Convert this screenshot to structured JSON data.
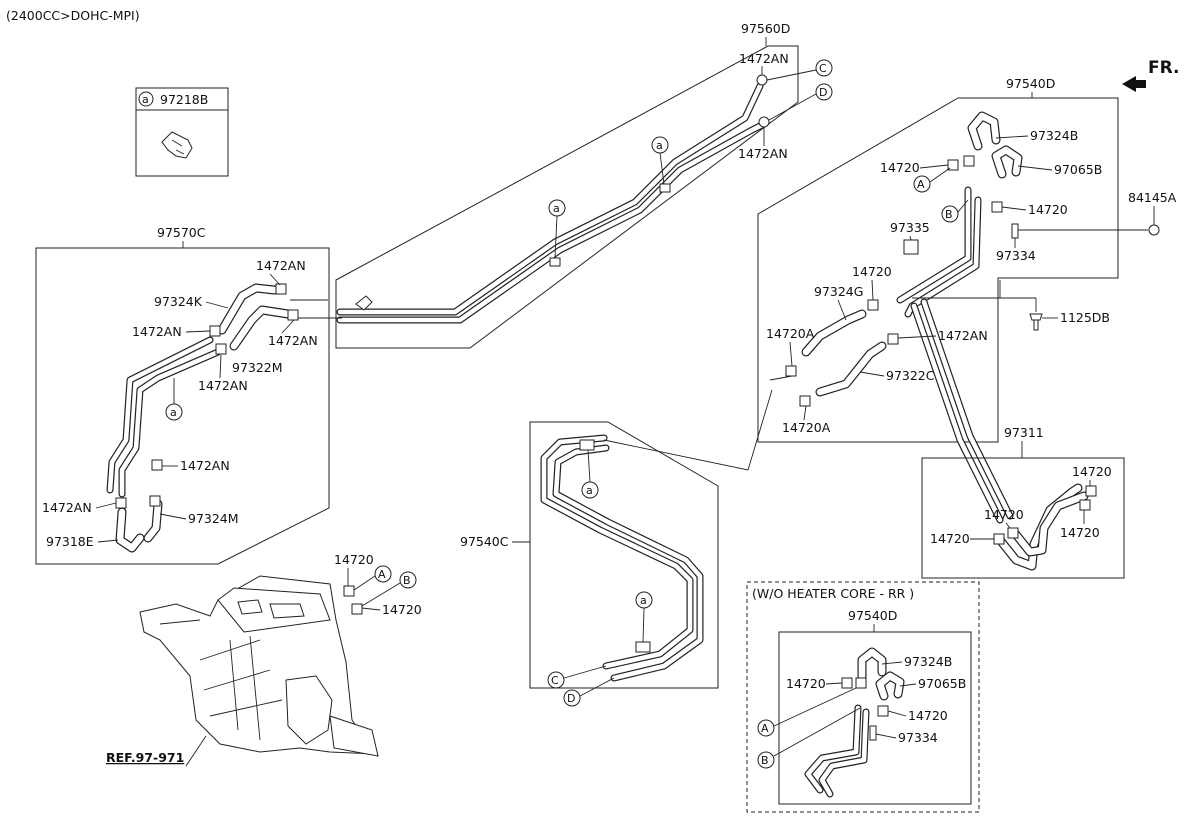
{
  "header": {
    "engine": "(2400CC>DOHC-MPI)",
    "front_label": "FR."
  },
  "legend_box": {
    "marker": "a",
    "part": "97218B"
  },
  "groups": {
    "g97560D": "97560D",
    "g97570C": "97570C",
    "g97540D": "97540D",
    "g97540C": "97540C",
    "g97311": "97311",
    "wo_heater": "(W/O HEATER CORE - RR )",
    "wo_97540D": "97540D"
  },
  "ref": "REF.97-971",
  "markers": {
    "a": "a",
    "A": "A",
    "B": "B",
    "C": "C",
    "D": "D"
  },
  "labels": {
    "l1472AN_1": "1472AN",
    "l1472AN_2": "1472AN",
    "l1472AN_3": "1472AN",
    "l97324K": "97324K",
    "l1472AN_4": "1472AN",
    "l1472AN_5": "1472AN",
    "l97322M": "97322M",
    "l1472AN_6": "1472AN",
    "l1472AN_7": "1472AN",
    "l1472AN_8": "1472AN",
    "l97324M": "97324M",
    "l97318E": "97318E",
    "l97324B": "97324B",
    "l14720_1": "14720",
    "l97065B": "97065B",
    "l84145A": "84145A",
    "l14720_2": "14720",
    "l97335": "97335",
    "l97334": "97334",
    "l14720_3": "14720",
    "l97324G": "97324G",
    "l1125DB": "1125DB",
    "l14720A_1": "14720A",
    "l1472AN_9": "1472AN",
    "l97322C": "97322C",
    "l14720A_2": "14720A",
    "l14720_4": "14720",
    "l14720_5": "14720",
    "l14720_6": "14720",
    "l14720_7": "14720",
    "l14720_8": "14720",
    "l14720_9": "14720",
    "w97324B": "97324B",
    "w14720_1": "14720",
    "w97065B": "97065B",
    "w14720_2": "14720",
    "w97334": "97334"
  }
}
